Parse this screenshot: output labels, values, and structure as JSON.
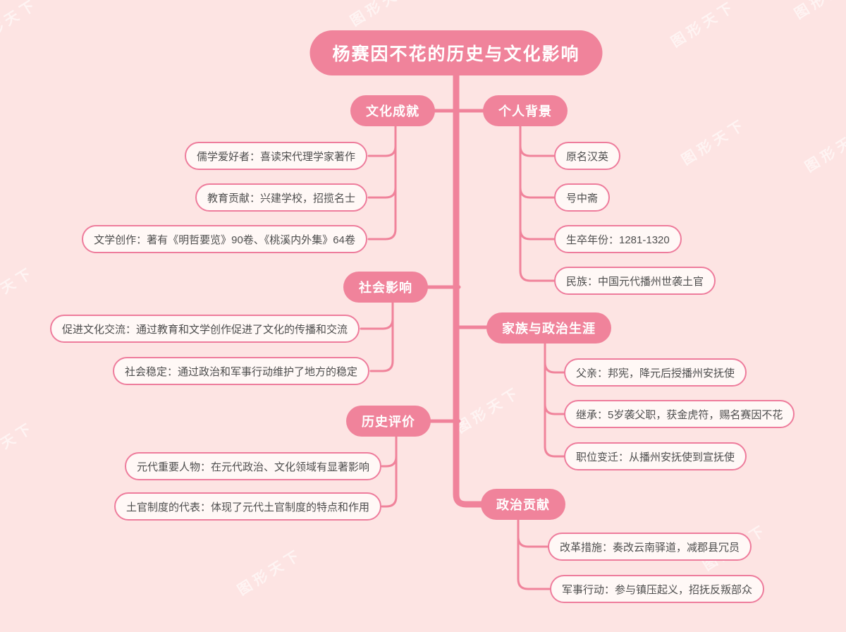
{
  "meta": {
    "watermark": "图形天下",
    "colors": {
      "background": "#FDE4E3",
      "accent_pink": "#F0839B",
      "child_border_pink": "#EE7C9C",
      "child_fill": "#FFF8F6",
      "child_text": "#4E4E4E"
    }
  },
  "root": {
    "label": "杨赛因不花的历史与文化影响"
  },
  "branches": [
    {
      "side": "left",
      "label": "文化成就",
      "children": [
        "儒学爱好者：喜读宋代理学家著作",
        "教育贡献：兴建学校，招揽名士",
        "文学创作：著有《明哲要览》90卷、《桃溪内外集》64卷"
      ]
    },
    {
      "side": "right",
      "label": "个人背景",
      "children": [
        "原名汉英",
        "号中斋",
        "生卒年份：1281-1320",
        "民族：中国元代播州世袭土官"
      ]
    },
    {
      "side": "left",
      "label": "社会影响",
      "children": [
        "促进文化交流：通过教育和文学创作促进了文化的传播和交流",
        "社会稳定：通过政治和军事行动维护了地方的稳定"
      ]
    },
    {
      "side": "right",
      "label": "家族与政治生涯",
      "children": [
        "父亲：邦宪，降元后授播州安抚使",
        "继承：5岁袭父职，获金虎符，赐名赛因不花",
        "职位变迁：从播州安抚使到宣抚使"
      ]
    },
    {
      "side": "left",
      "label": "历史评价",
      "children": [
        "元代重要人物：在元代政治、文化领域有显著影响",
        "土官制度的代表：体现了元代土官制度的特点和作用"
      ]
    },
    {
      "side": "right",
      "label": "政治贡献",
      "children": [
        "改革措施：奏改云南驿道，减郡县冗员",
        "军事行动：参与镇压起义，招抚反叛部众"
      ]
    }
  ]
}
